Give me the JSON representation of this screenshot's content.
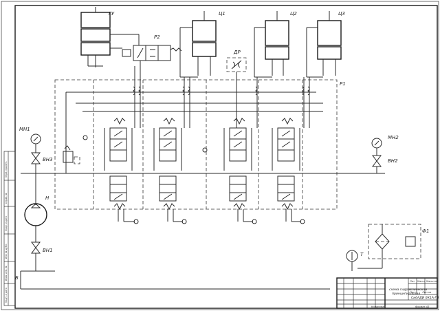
{
  "drawing": {
    "labels": {
      "gu": "ГУ",
      "r2": "Р2",
      "c1": "Ц1",
      "c2": "Ц2",
      "c3": "Ц3",
      "dr": "ДР",
      "r1": "Р1",
      "mn1": "МН1",
      "vn3": "ВН3",
      "n": "Н",
      "vn1": "ВН1",
      "mn2": "МН2",
      "vn2": "ВН2",
      "f1": "Ф1",
      "t": "Т",
      "b": "Б"
    }
  },
  "title_block": {
    "title_line1": "Принципиальная",
    "title_line2": "схема гидравлическая",
    "title_line3": "принципиальная",
    "doc_code": "СибАДИ 0К1А-ГЗ",
    "sheet_label": "Масштаб",
    "sheets_label": "Листов",
    "lit_label": "Лит.",
    "mass_label": "Масса",
    "sheet_num": "Лист",
    "company": "Копировал",
    "format": "Формат А3"
  },
  "side_stamps": [
    "Перв. примен.",
    "Справ. №",
    "Подп. и дата",
    "Инв. № дубл.",
    "Взам. инв. №",
    "Подп. и дата",
    "Инв. № подл."
  ]
}
